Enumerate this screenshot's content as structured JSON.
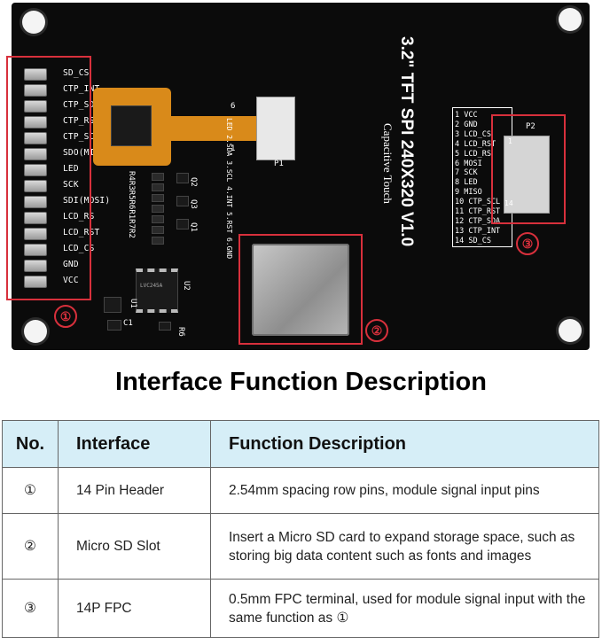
{
  "board": {
    "pin_labels": [
      "SD_CS",
      "CTP_INT",
      "CTP_SDA",
      "CTP_RST",
      "CTP_SCL",
      "SDO(MISO)",
      "LED",
      "SCK",
      "SDI(MOSI)",
      "LCD_RS",
      "LCD_RST",
      "LCD_CS",
      "GND",
      "VCC"
    ],
    "board_title_lines": [
      "3.2\" TFT SPI 240X320 V1.0",
      "Capacitive Touch"
    ],
    "fpc_labels": [
      "LED",
      "2.SDA",
      "3.SCL",
      "4.INT",
      "5.RST",
      "6.GND"
    ],
    "fpc_pin_numbers": [
      "6",
      "1"
    ],
    "label_p1": "P1",
    "label_p2": "P2",
    "label_u1": "U1",
    "label_u2": "U2",
    "label_c1": "C1",
    "label_r6": "R6",
    "label_q2": "Q2",
    "label_q3": "Q3",
    "label_q1": "Q1",
    "resistor_labels": "R4R3R5R6R1R7R2",
    "chip_marking": "LVC245A",
    "fpc2_pin_start": "1",
    "fpc2_pin_end": "14",
    "pinout": [
      "1 VCC",
      "2 GND",
      "3 LCD_CS",
      "4 LCD_RST",
      "5 LCD_RS",
      "6 MOSI",
      "7 SCK",
      "8 LED",
      "9 MISO",
      "10 CTP_SCL",
      "11 CTP_RST",
      "12 CTP_SDA",
      "13 CTP_INT",
      "14 SD_CS"
    ],
    "markers": [
      "①",
      "②",
      "③"
    ]
  },
  "title": "Interface Function Description",
  "table": {
    "headers": [
      "No.",
      "Interface",
      "Function Description"
    ],
    "rows": [
      {
        "no": "①",
        "interface": "14 Pin Header",
        "description": "2.54mm spacing row pins, module signal input pins"
      },
      {
        "no": "②",
        "interface": "Micro SD Slot",
        "description": "Insert a Micro SD card to expand storage space, such as storing big data content such as fonts and images"
      },
      {
        "no": "③",
        "interface": "14P FPC",
        "description": "0.5mm FPC terminal, used for module signal input with the same function as ①"
      }
    ]
  },
  "colors": {
    "accent_red": "#d8303c",
    "header_bg": "#d6eef7",
    "board": "#0b0b0b"
  }
}
